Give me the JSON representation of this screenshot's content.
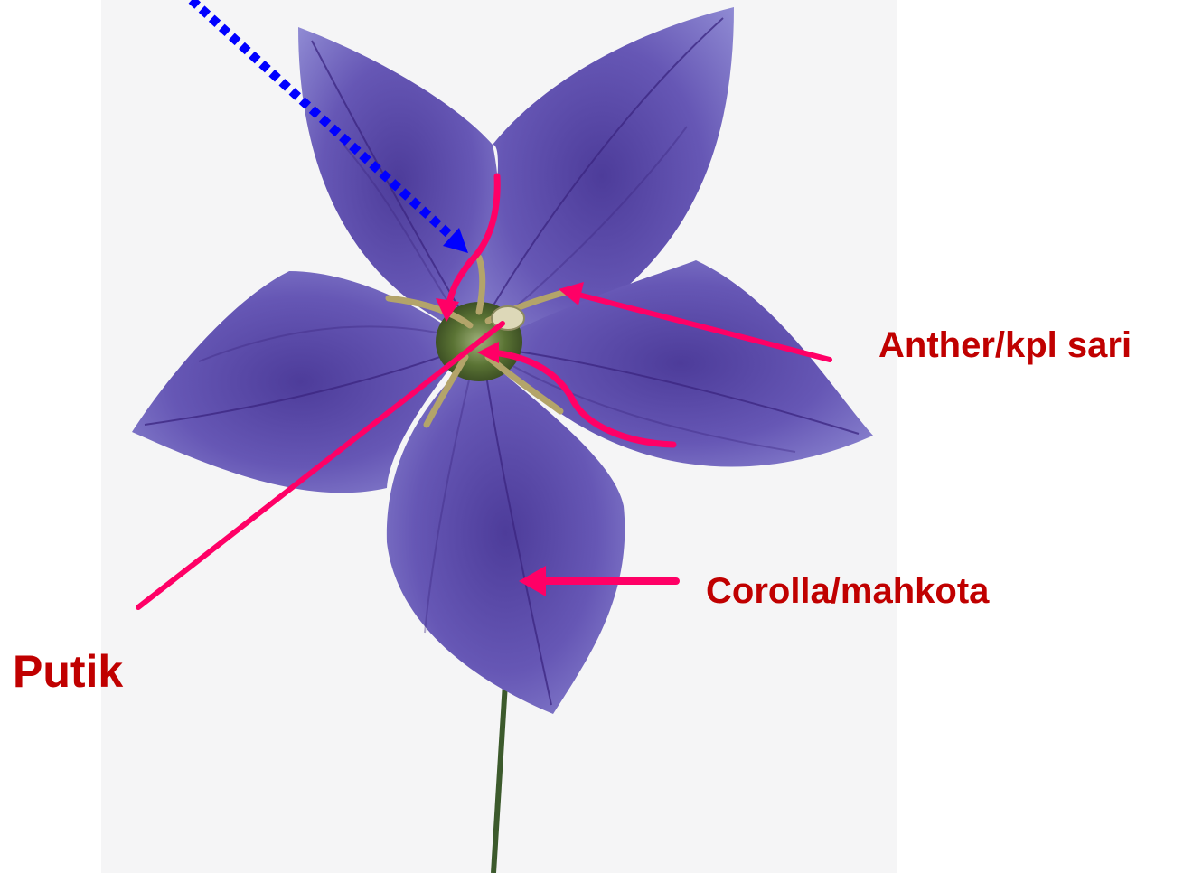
{
  "colors": {
    "label_text": "#c00000",
    "pointer_pink": "#ff0066",
    "pointer_blue": "#0000ff",
    "petal_main": "#6657b5",
    "petal_light": "#8d86d0",
    "petal_vein": "#3b2580",
    "center_green": "#4e6a2e",
    "stamen": "#b3a46a",
    "stem": "#3c5a2c",
    "backdrop": "#f5f5f6"
  },
  "labels": {
    "anther": "Anther/kpl sari",
    "corolla": "Corolla/mahkota",
    "putik": "Putik"
  }
}
